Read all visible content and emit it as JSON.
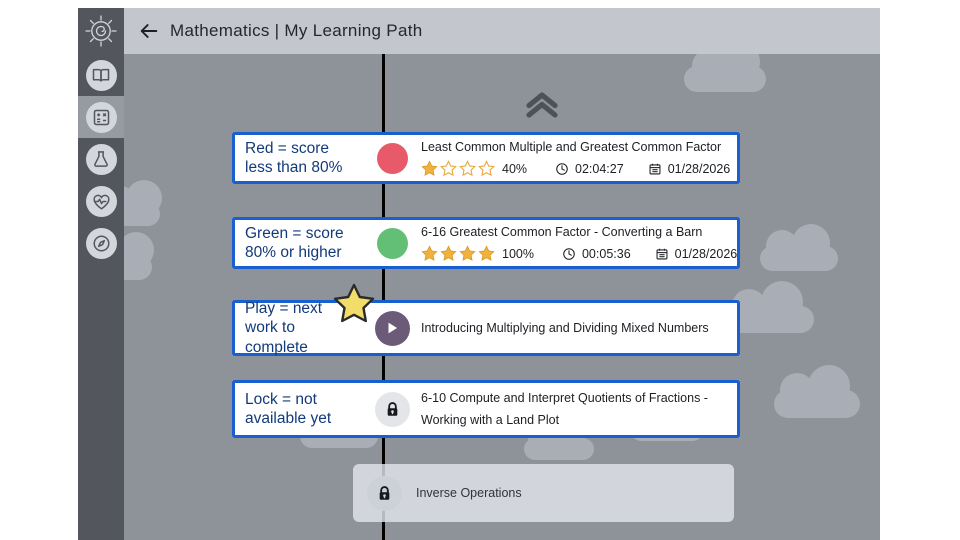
{
  "header": {
    "back_icon": "back-arrow-icon",
    "title": "Mathematics | My Learning Path"
  },
  "sidebar": {
    "logo_icon": "sun-spiral-logo-icon",
    "items": [
      {
        "icon": "book-icon",
        "name": "library",
        "active": false
      },
      {
        "icon": "math-calculator-icon",
        "name": "mathematics",
        "active": true
      },
      {
        "icon": "science-flask-icon",
        "name": "science",
        "active": false
      },
      {
        "icon": "heart-pulse-icon",
        "name": "health",
        "active": false
      },
      {
        "icon": "compass-icon",
        "name": "explore",
        "active": false
      }
    ]
  },
  "stage": {
    "scroll_top_icon": "double-chevron-up-icon",
    "spine": "learning-path-line",
    "next_star_icon": "next-work-star-icon"
  },
  "colors": {
    "accent_border": "#1a5fd0",
    "legend_text": "#123a7a",
    "red_score": "#e8596a",
    "green_score": "#64bf76",
    "play_button": "#6b5a78",
    "star_fill": "#f0b23c",
    "background": "#8e9299",
    "cloud": "#a9aeb6",
    "sidebar": "#53565c",
    "header": "#c3c7cd"
  },
  "cards": [
    {
      "legend": "Red = score\nless than 80%",
      "legend_line1": "Red = score",
      "legend_line2": "less than 80%",
      "badge": "score-dot-red",
      "title": "Least Common Multiple and Greatest Common Factor",
      "stars_filled": 1,
      "stars_total": 4,
      "percent": "40%",
      "time_icon": "clock-icon",
      "time": "02:04:27",
      "date_icon": "calendar-icon",
      "date": "01/28/2026"
    },
    {
      "legend_line1": "Green = score",
      "legend_line2": "80% or higher",
      "badge": "score-dot-green",
      "title": "6-16 Greatest Common Factor - Converting a Barn",
      "stars_filled": 4,
      "stars_total": 4,
      "percent": "100%",
      "time_icon": "clock-icon",
      "time": "00:05:36",
      "date_icon": "calendar-icon",
      "date": "01/28/2026"
    },
    {
      "legend_line1": "Play = next",
      "legend_line2": "work to",
      "legend_line3": "complete",
      "badge": "play-button-icon",
      "title": "Introducing Multiplying and Dividing Mixed Numbers"
    },
    {
      "legend_line1": "Lock = not",
      "legend_line2": "available yet",
      "badge": "lock-icon",
      "title_line1": "6-10 Compute and Interpret Quotients of Fractions -",
      "title_line2": "Working with a Land Plot"
    }
  ],
  "locked_card": {
    "badge": "lock-icon",
    "title": "Inverse Operations"
  }
}
